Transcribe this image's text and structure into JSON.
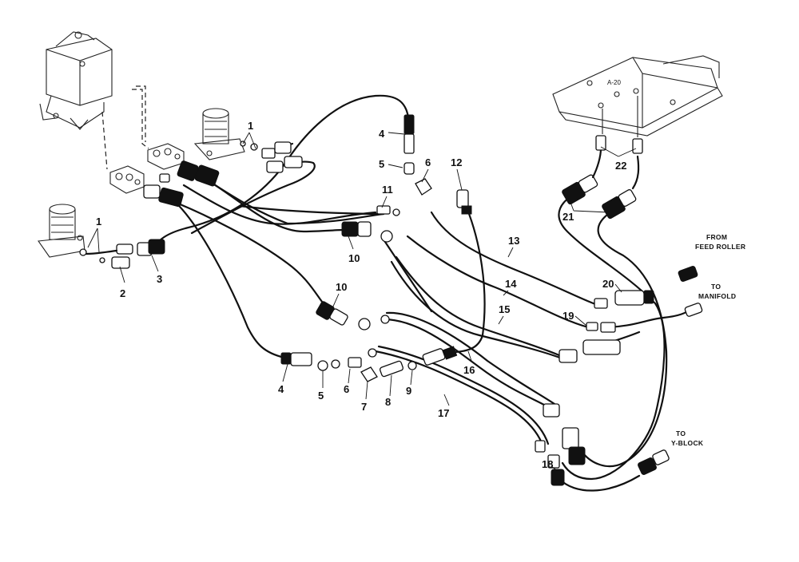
{
  "diagram": {
    "callouts": {
      "n1a": "1",
      "n1b": "1",
      "n2": "2",
      "n3": "3",
      "n4a": "4",
      "n4b": "4",
      "n5a": "5",
      "n5b": "5",
      "n6a": "6",
      "n6b": "6",
      "n7": "7",
      "n8": "8",
      "n9": "9",
      "n10a": "10",
      "n10b": "10",
      "n11": "11",
      "n12": "12",
      "n13": "13",
      "n14": "14",
      "n15": "15",
      "n16": "16",
      "n17": "17",
      "n18": "18",
      "n19": "19",
      "n20": "20",
      "n21": "21",
      "n22": "22"
    },
    "notes": {
      "feed_roller_1": "FROM",
      "feed_roller_2": "FEED ROLLER",
      "manifold_1": "TO",
      "manifold_2": "MANIFOLD",
      "yblock_1": "TO",
      "yblock_2": "Y-BLOCK"
    },
    "block_label": "A-20"
  }
}
